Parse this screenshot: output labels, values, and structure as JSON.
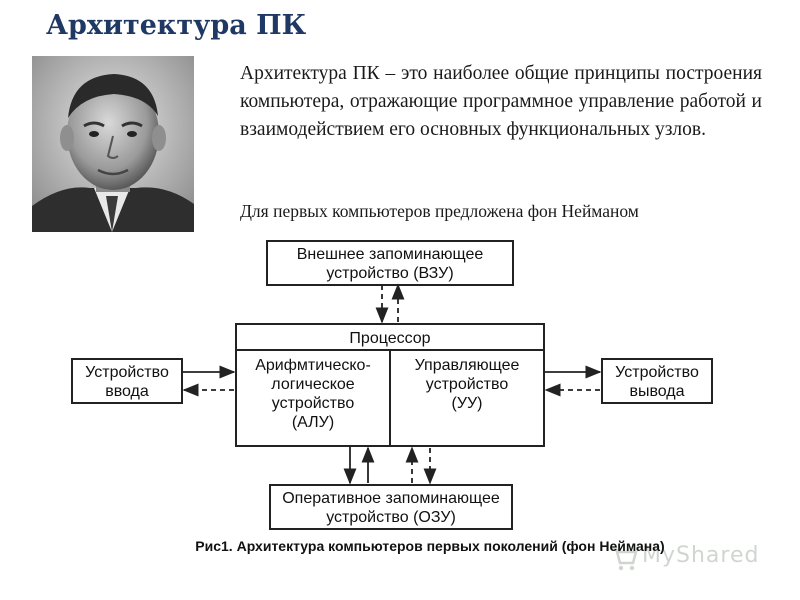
{
  "title": "Архитектура ПК",
  "intro": "Архитектура ПК – это наиболее общие принципы построения компьютера, отражающие программное управление работой и взаимодействием его основных функциональных узлов.",
  "subline": "Для первых компьютеров предложена фон Нейманом",
  "diagram": {
    "external_memory": [
      "Внешнее запоминающее",
      "устройство (ВЗУ)"
    ],
    "processor": "Процессор",
    "alu": [
      "Арифмтическо-",
      "логическое",
      "устройство",
      "(АЛУ)"
    ],
    "control_unit": [
      "Управляющее",
      "устройство",
      "(УУ)"
    ],
    "input_device": [
      "Устройство",
      "ввода"
    ],
    "output_device": [
      "Устройство",
      "вывода"
    ],
    "main_memory": [
      "Оперативное запоминающее",
      "устройство (ОЗУ)"
    ]
  },
  "caption": "Рис1. Архитектура компьютеров первых поколений (фон Неймана)",
  "watermark": "MyShared",
  "colors": {
    "title": "#1f3864",
    "text": "#1a1a1a",
    "diagram_line": "#222222"
  }
}
